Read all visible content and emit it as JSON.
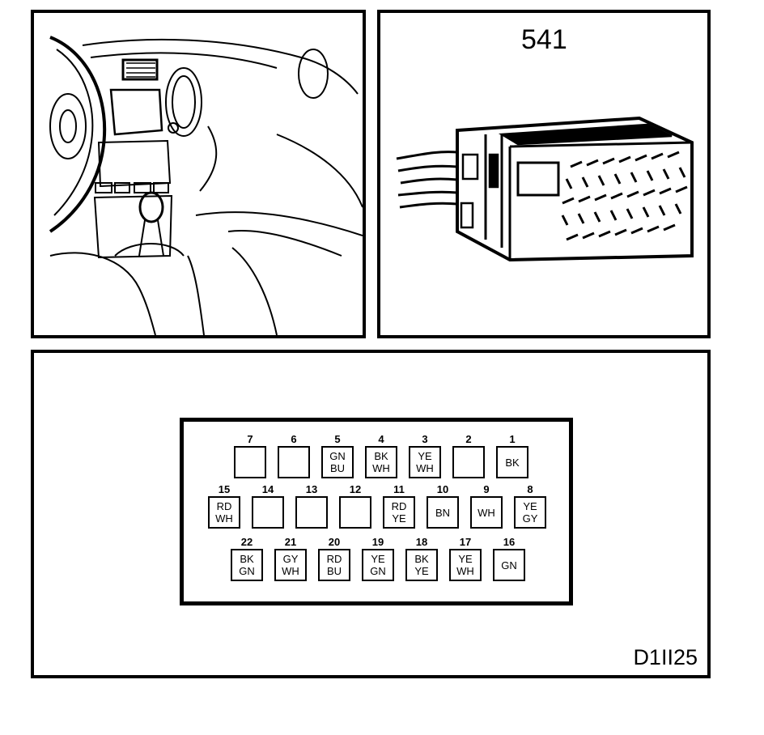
{
  "connector_id": "541",
  "figure_code": "D1II25",
  "pins": [
    {
      "num": "7",
      "colors": []
    },
    {
      "num": "6",
      "colors": []
    },
    {
      "num": "5",
      "colors": [
        "GN",
        "BU"
      ]
    },
    {
      "num": "4",
      "colors": [
        "BK",
        "WH"
      ]
    },
    {
      "num": "3",
      "colors": [
        "YE",
        "WH"
      ]
    },
    {
      "num": "2",
      "colors": []
    },
    {
      "num": "1",
      "colors": [
        "BK"
      ]
    },
    {
      "num": "15",
      "colors": [
        "RD",
        "WH"
      ]
    },
    {
      "num": "14",
      "colors": []
    },
    {
      "num": "13",
      "colors": []
    },
    {
      "num": "12",
      "colors": []
    },
    {
      "num": "11",
      "colors": [
        "RD",
        "YE"
      ]
    },
    {
      "num": "10",
      "colors": [
        "BN"
      ]
    },
    {
      "num": "9",
      "colors": [
        "WH"
      ]
    },
    {
      "num": "8",
      "colors": [
        "YE",
        "GY"
      ]
    },
    {
      "num": "22",
      "colors": [
        "BK",
        "GN"
      ]
    },
    {
      "num": "21",
      "colors": [
        "GY",
        "WH"
      ]
    },
    {
      "num": "20",
      "colors": [
        "RD",
        "BU"
      ]
    },
    {
      "num": "19",
      "colors": [
        "YE",
        "GN"
      ]
    },
    {
      "num": "18",
      "colors": [
        "BK",
        "YE"
      ]
    },
    {
      "num": "17",
      "colors": [
        "YE",
        "WH"
      ]
    },
    {
      "num": "16",
      "colors": [
        "GN"
      ]
    }
  ]
}
